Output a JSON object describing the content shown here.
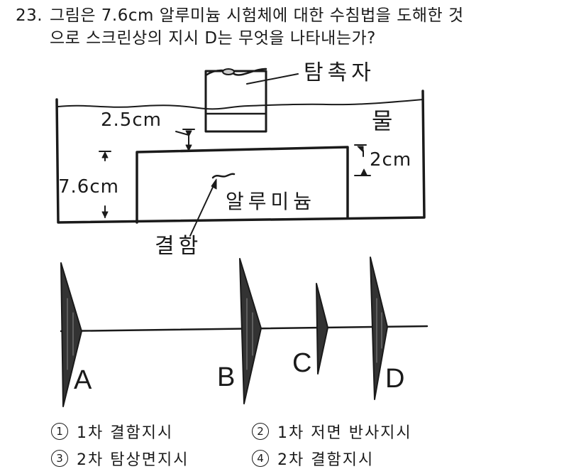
{
  "question": {
    "number": "23.",
    "line1": "그림은 7.6cm 알루미늄 시험체에 대한 수침법을 도해한 것",
    "line2": "으로 스크린상의 지시 D는 무엇을 나타내는가?"
  },
  "diagram": {
    "probe_label": "탐촉자",
    "water_label": "물",
    "water_gap_label": "2.5cm",
    "thickness_label": "7.6cm",
    "defect_depth_label": "2cm",
    "specimen_label": "알루미늄",
    "defect_label": "결함"
  },
  "screen": {
    "signals": [
      {
        "label": "A"
      },
      {
        "label": "B"
      },
      {
        "label": "C"
      },
      {
        "label": "D"
      }
    ]
  },
  "options": [
    {
      "mark": "1",
      "text": "1차 결함지시"
    },
    {
      "mark": "2",
      "text": "1차 저면 반사지시"
    },
    {
      "mark": "3",
      "text": "2차 탐상면지시"
    },
    {
      "mark": "4",
      "text": "2차 결함지시"
    }
  ]
}
